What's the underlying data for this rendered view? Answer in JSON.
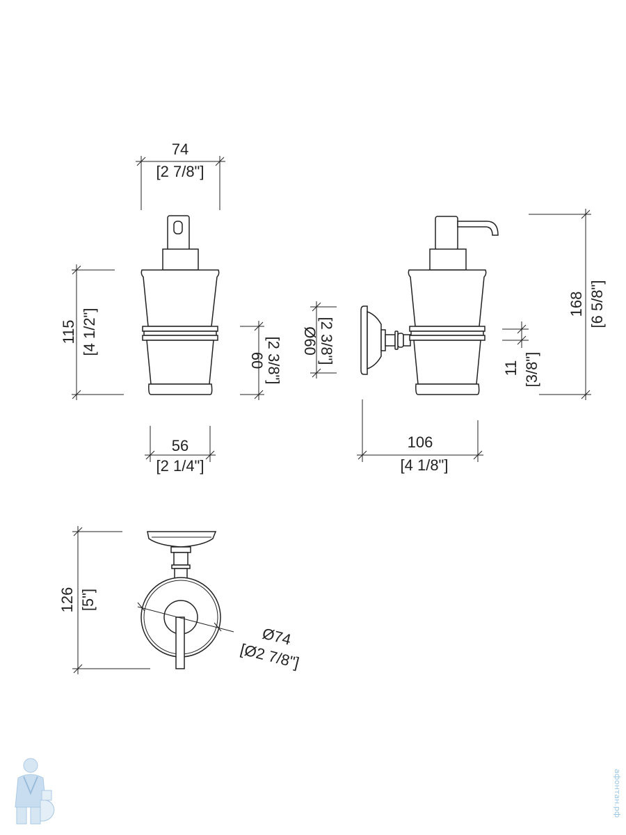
{
  "front_view": {
    "width_top": {
      "mm": "74",
      "inch": "[2 7/8\"]"
    },
    "height_body": {
      "mm": "115",
      "inch": "[4 1/2\"]"
    },
    "height_lower": {
      "mm": "60",
      "inch": "[2 3/8\"]"
    },
    "width_base": {
      "mm": "56",
      "inch": "[2 1/4\"]"
    }
  },
  "side_view": {
    "ring_diameter": {
      "mm": "Ø60",
      "inch": "[2 3/8\"]"
    },
    "ring_height": {
      "mm": "11",
      "inch": "[3/8\"]"
    },
    "total_height": {
      "mm": "168",
      "inch": "[6 5/8\"]"
    },
    "projection": {
      "mm": "106",
      "inch": "[4 1/8\"]"
    }
  },
  "top_view": {
    "depth": {
      "mm": "126",
      "inch": "[5\"]"
    },
    "diameter": {
      "mm": "Ø74",
      "inch": "[Ø2 7/8\"]"
    }
  },
  "watermark": {
    "text": "афонтан.рф",
    "color": "#9cc7e8"
  }
}
